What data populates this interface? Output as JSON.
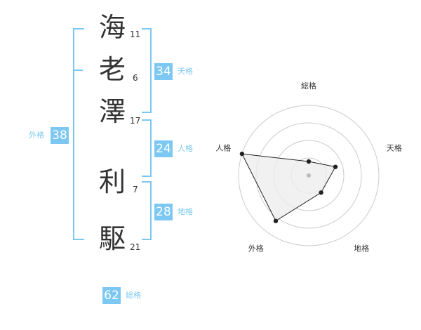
{
  "name": {
    "chars": [
      {
        "char": "海",
        "strokes": "11"
      },
      {
        "char": "老",
        "strokes": "6"
      },
      {
        "char": "澤",
        "strokes": "17"
      },
      {
        "char": "利",
        "strokes": "7"
      },
      {
        "char": "駆",
        "strokes": "21"
      }
    ]
  },
  "kaku": {
    "tenkaku": {
      "value": "34",
      "label": "天格"
    },
    "jinkaku": {
      "value": "24",
      "label": "人格"
    },
    "chikaku": {
      "value": "28",
      "label": "地格"
    },
    "gaikaku": {
      "value": "38",
      "label": "外格"
    },
    "soukaku": {
      "value": "62",
      "label": "総格"
    }
  },
  "chart_data": {
    "type": "radar",
    "axes": [
      "総格",
      "天格",
      "地格",
      "外格",
      "人格"
    ],
    "values": [
      0.2,
      0.4,
      0.3,
      0.8,
      1.0
    ],
    "max": 1.0,
    "rings": 4,
    "colors": {
      "fill": "#eeeeee",
      "stroke": "#222222",
      "grid": "#cccccc",
      "accent": "#7cc8f2"
    }
  }
}
